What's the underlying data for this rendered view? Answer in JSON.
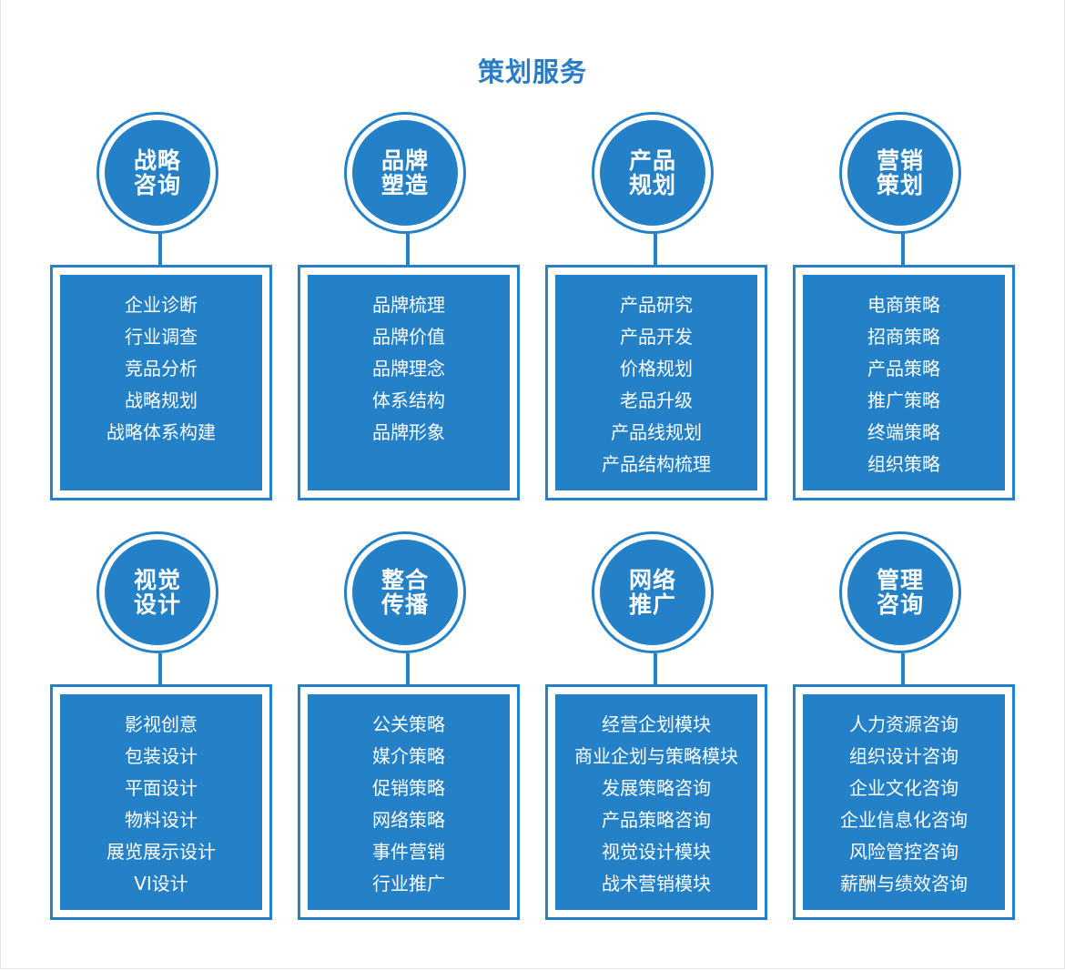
{
  "title": "策划服务",
  "colors": {
    "primary": "#2480c7",
    "title": "#2a7dc4",
    "background": "#ffffff"
  },
  "services": [
    {
      "name_lines": [
        "战略",
        "咨询"
      ],
      "items": [
        "企业诊断",
        "行业调查",
        "竞品分析",
        "战略规划",
        "战略体系构建"
      ]
    },
    {
      "name_lines": [
        "品牌",
        "塑造"
      ],
      "items": [
        "品牌梳理",
        "品牌价值",
        "品牌理念",
        "体系结构",
        "品牌形象"
      ]
    },
    {
      "name_lines": [
        "产品",
        "规划"
      ],
      "items": [
        "产品研究",
        "产品开发",
        "价格规划",
        "老品升级",
        "产品线规划",
        "产品结构梳理"
      ]
    },
    {
      "name_lines": [
        "营销",
        "策划"
      ],
      "items": [
        "电商策略",
        "招商策略",
        "产品策略",
        "推广策略",
        "终端策略",
        "组织策略"
      ]
    },
    {
      "name_lines": [
        "视觉",
        "设计"
      ],
      "items": [
        "影视创意",
        "包装设计",
        "平面设计",
        "物料设计",
        "展览展示设计",
        "VI设计"
      ]
    },
    {
      "name_lines": [
        "整合",
        "传播"
      ],
      "items": [
        "公关策略",
        "媒介策略",
        "促销策略",
        "网络策略",
        "事件营销",
        "行业推广"
      ]
    },
    {
      "name_lines": [
        "网络",
        "推广"
      ],
      "items": [
        "经营企划模块",
        "商业企划与策略模块",
        "发展策略咨询",
        "产品策略咨询",
        "视觉设计模块",
        "战术营销模块"
      ]
    },
    {
      "name_lines": [
        "管理",
        "咨询"
      ],
      "items": [
        "人力资源咨询",
        "组织设计咨询",
        "企业文化咨询",
        "企业信息化咨询",
        "风险管控咨询",
        "薪酬与绩效咨询"
      ]
    }
  ]
}
